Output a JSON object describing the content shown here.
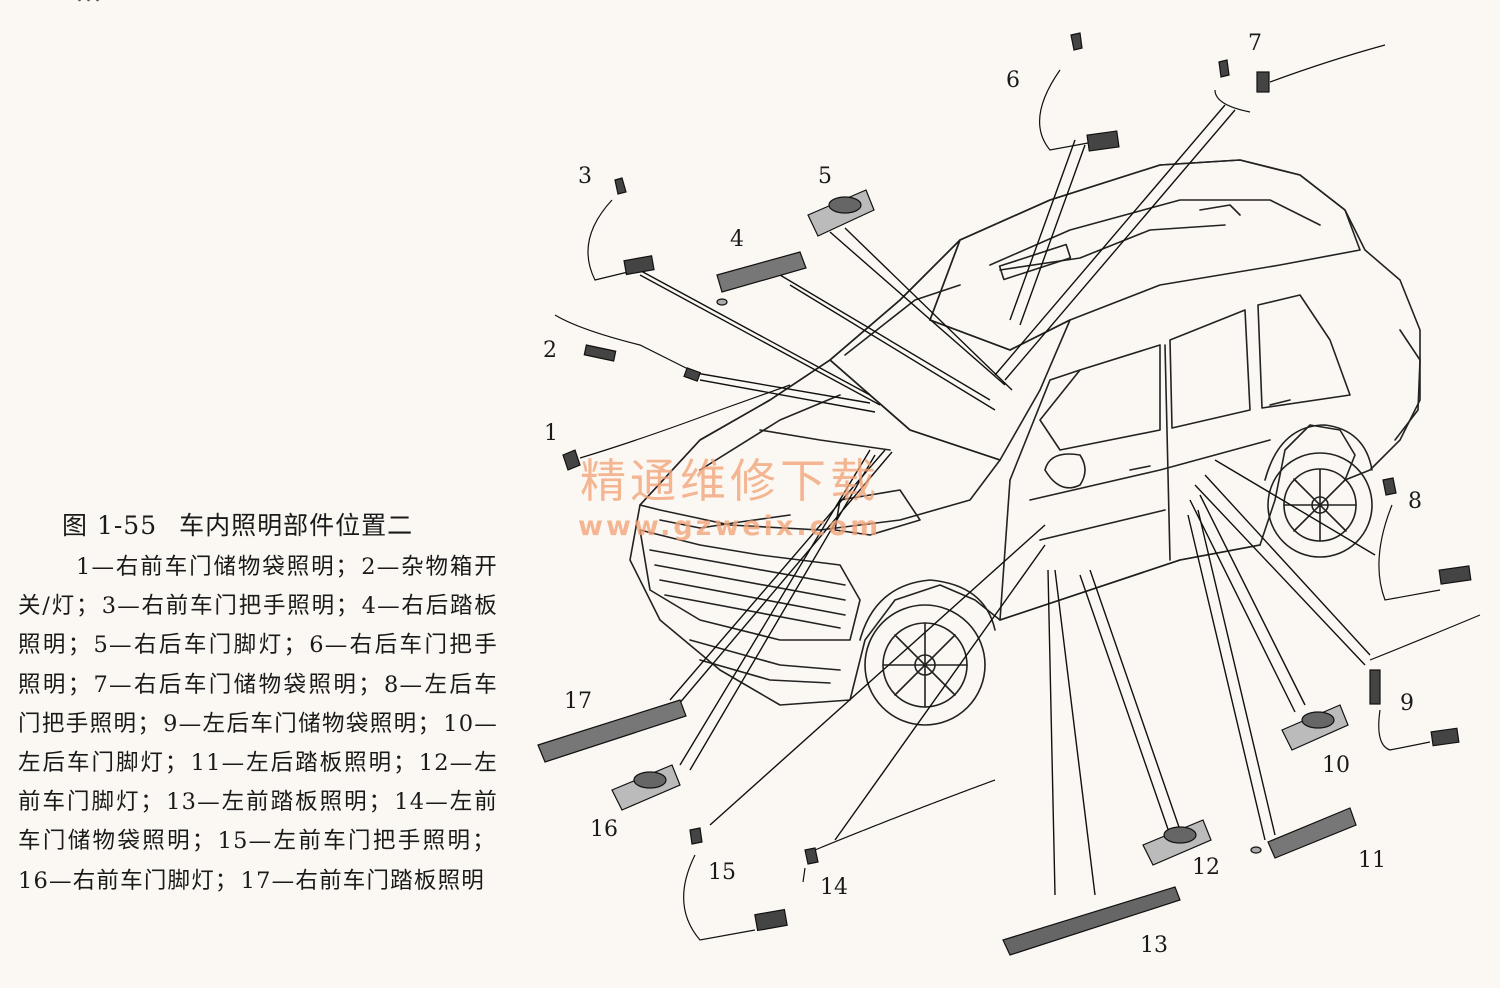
{
  "top_fragment": "...",
  "figure": {
    "number": "图 1-55",
    "title": "车内照明部件位置二"
  },
  "legend_items": [
    "1—右前车门储物袋照明；",
    "2—杂物箱开关/灯；",
    "3—右前车门把手照明；",
    "4—右后踏板照明；",
    "5—右后车门脚灯；",
    "6—右后车门把手照明；",
    "7—右后车门储物袋照明；",
    "8—左后车门把手照明；",
    "9—左后车门储物袋照明；",
    "10—左后车门脚灯；",
    "11—左后踏板照明；",
    "12—左前车门脚灯；",
    "13—左前踏板照明；",
    "14—左前车门储物袋照明；",
    "15—左前车门把手照明；",
    "16—右前车门脚灯；",
    "17—右前车门踏板照明"
  ],
  "callouts": [
    "1",
    "2",
    "3",
    "4",
    "5",
    "6",
    "7",
    "8",
    "9",
    "10",
    "11",
    "12",
    "13",
    "14",
    "15",
    "16",
    "17"
  ],
  "watermark": {
    "line1": "精通维修下载",
    "line2": "www.gzweix.com",
    "color": "#f3a377"
  }
}
